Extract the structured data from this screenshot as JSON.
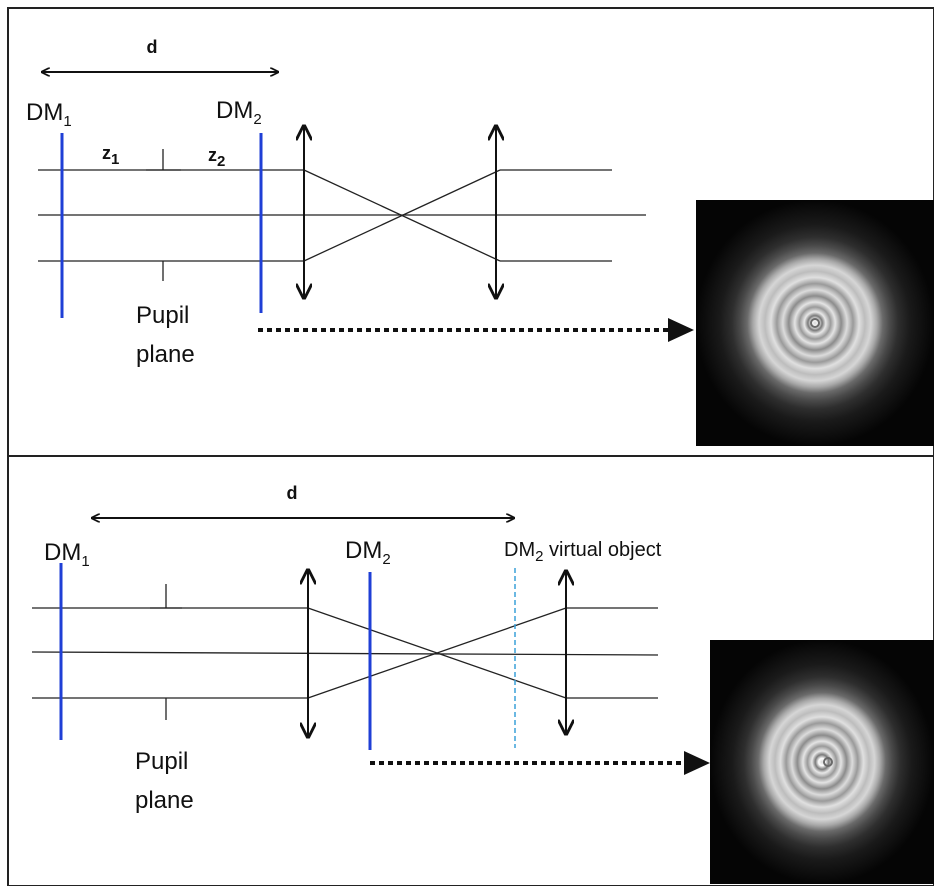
{
  "colors": {
    "frame": "#222222",
    "ray": "#222222",
    "dm": "#1f3fd6",
    "virtual": "#3aa0d8",
    "ring_light": "#e6e6e6",
    "ring_dark": "#8a8a8a",
    "background": "#000000"
  },
  "top_panel": {
    "distance_label": "d",
    "dm1_main": "DM",
    "dm1_sub": "1",
    "dm2_main": "DM",
    "dm2_sub": "2",
    "z1_main": "z",
    "z1_sub": "1",
    "z2_main": "z",
    "z2_sub": "2",
    "pupil_line1": "Pupil",
    "pupil_line2": "plane"
  },
  "bottom_panel": {
    "distance_label": "d",
    "dm1_main": "DM",
    "dm1_sub": "1",
    "dm2_main": "DM",
    "dm2_sub": "2",
    "virtual_main": "DM",
    "virtual_sub": "2",
    "virtual_rest": " virtual object",
    "pupil_line1": "Pupil",
    "pupil_line2": "plane"
  },
  "icons": {
    "lens": "double-arrow-lens",
    "arrow": "dotted-arrow",
    "psf": "concentric-ring-pattern"
  }
}
